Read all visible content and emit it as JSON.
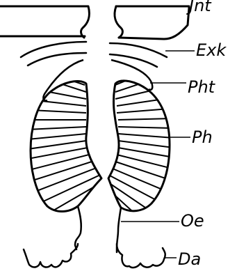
{
  "diagram": {
    "labels": {
      "jnt": "Jnt",
      "exk": "Exk",
      "pht": "Pht",
      "ph": "Ph",
      "oe": "Oe",
      "da": "Da"
    },
    "stroke_color": "#000000",
    "background_color": "#ffffff"
  }
}
